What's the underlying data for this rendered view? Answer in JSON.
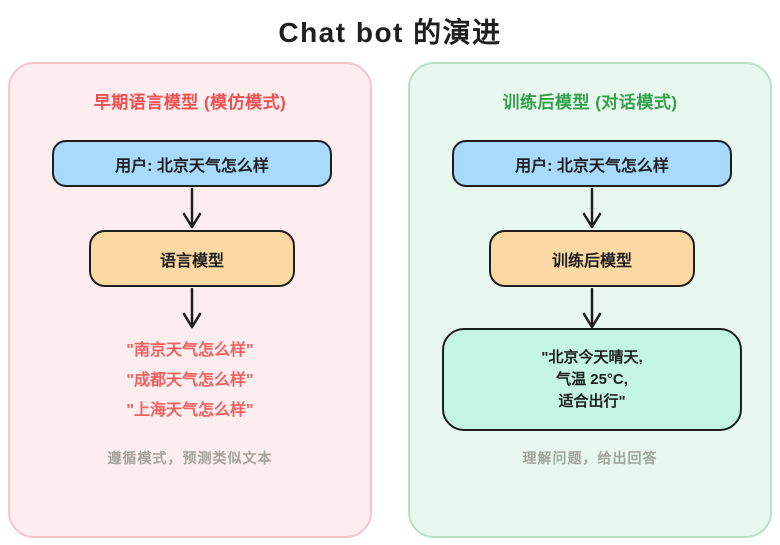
{
  "title": "Chat bot 的演进",
  "colors": {
    "title_text": "#1f1f1f",
    "left_panel_bg": "#fdedee",
    "left_panel_border": "#f6c3ca",
    "left_header_text": "#ef5051",
    "right_panel_bg": "#e9f8ee",
    "right_panel_border": "#b4e2c2",
    "right_header_text": "#33a14c",
    "user_box_bg": "#a7dafc",
    "model_box_bg": "#fcd8a2",
    "answer_box_bg": "#c4f6e2",
    "node_border": "#1e1e1e",
    "quote_text": "#f26060",
    "caption_text": "#a1a59c"
  },
  "panels": [
    {
      "header": "早期语言模型 (模仿模式)",
      "user_box": "用户: 北京天气怎么样",
      "model_box": "语言模型",
      "outputs": [
        "\"南京天气怎么样\"",
        "\"成都天气怎么样\"",
        "\"上海天气怎么样\""
      ],
      "caption": "遵循模式，预测类似文本"
    },
    {
      "header": "训练后模型 (对话模式)",
      "user_box": "用户: 北京天气怎么样",
      "model_box": "训练后模型",
      "answer_lines": [
        "\"北京今天晴天,",
        "气温 25°C,",
        "适合出行\""
      ],
      "caption": "理解问题，给出回答"
    }
  ]
}
